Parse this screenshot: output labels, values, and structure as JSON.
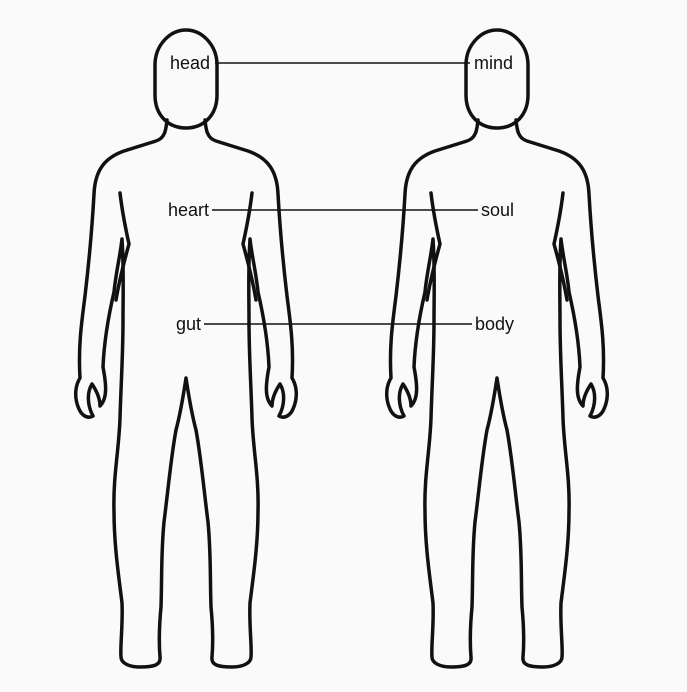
{
  "labels": {
    "left": {
      "head": "head",
      "heart": "heart",
      "gut": "gut"
    },
    "right": {
      "mind": "mind",
      "soul": "soul",
      "body": "body"
    }
  },
  "colors": {
    "background": "#fafafa",
    "outline": "#111111",
    "connector": "#111111"
  }
}
